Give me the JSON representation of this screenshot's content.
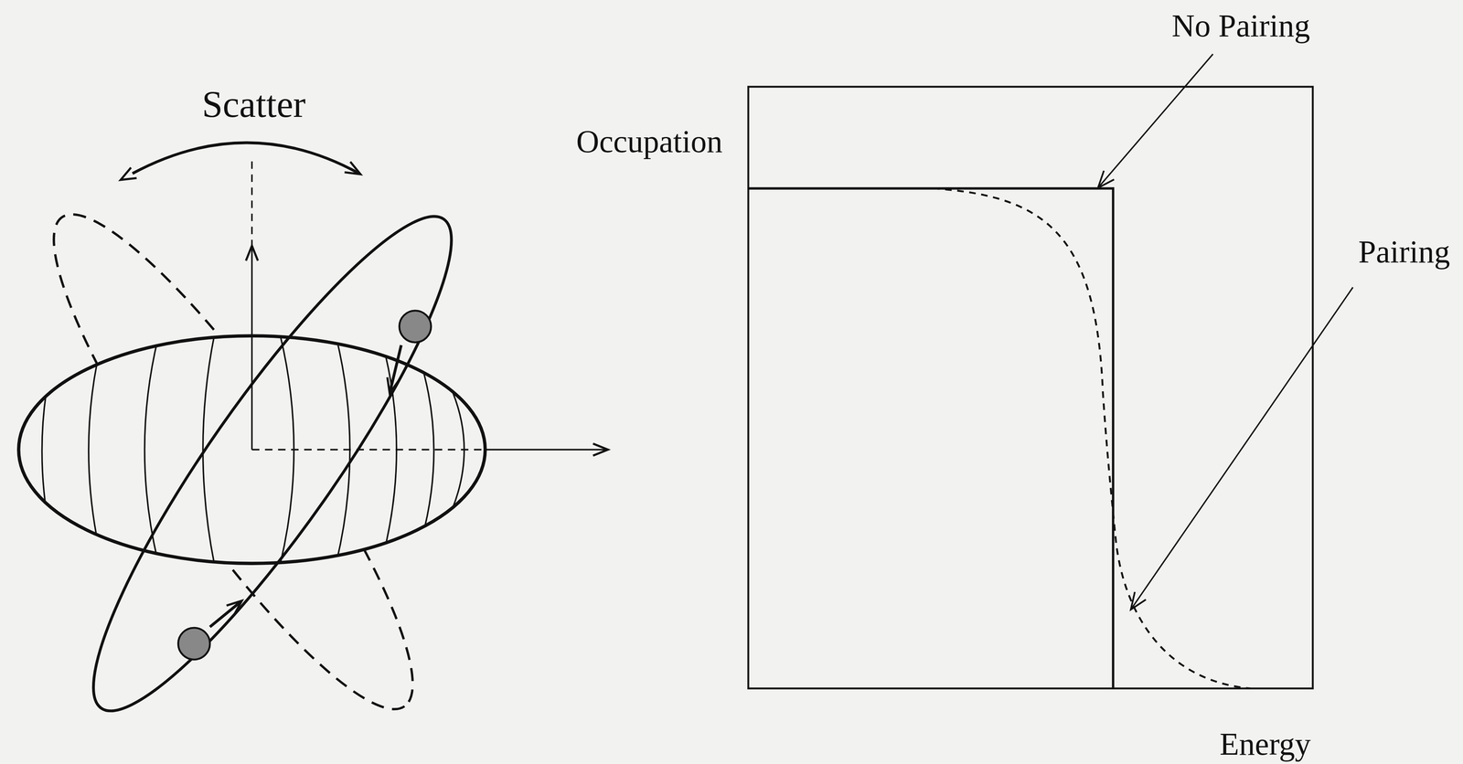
{
  "diagram": {
    "labels": [
      "Scatter",
      "Occupation",
      "No Pairing",
      "Pairing",
      "Energy"
    ]
  }
}
